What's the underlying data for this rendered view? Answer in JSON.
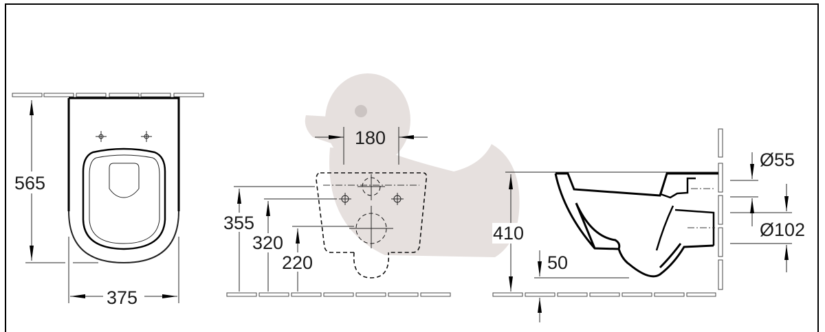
{
  "title": "Wall-hung WC technical drawing",
  "watermark_color": "#e6e0de",
  "top_view": {
    "depth_label": "565",
    "width_label": "375"
  },
  "rear_view": {
    "bolt_spacing_label": "180",
    "height_355_label": "355",
    "height_320_label": "320",
    "height_220_label": "220"
  },
  "side_view": {
    "rim_height_label": "410",
    "floor_clearance_label": "50",
    "inlet_diameter_label": "Ø55",
    "outlet_diameter_label": "Ø102"
  }
}
